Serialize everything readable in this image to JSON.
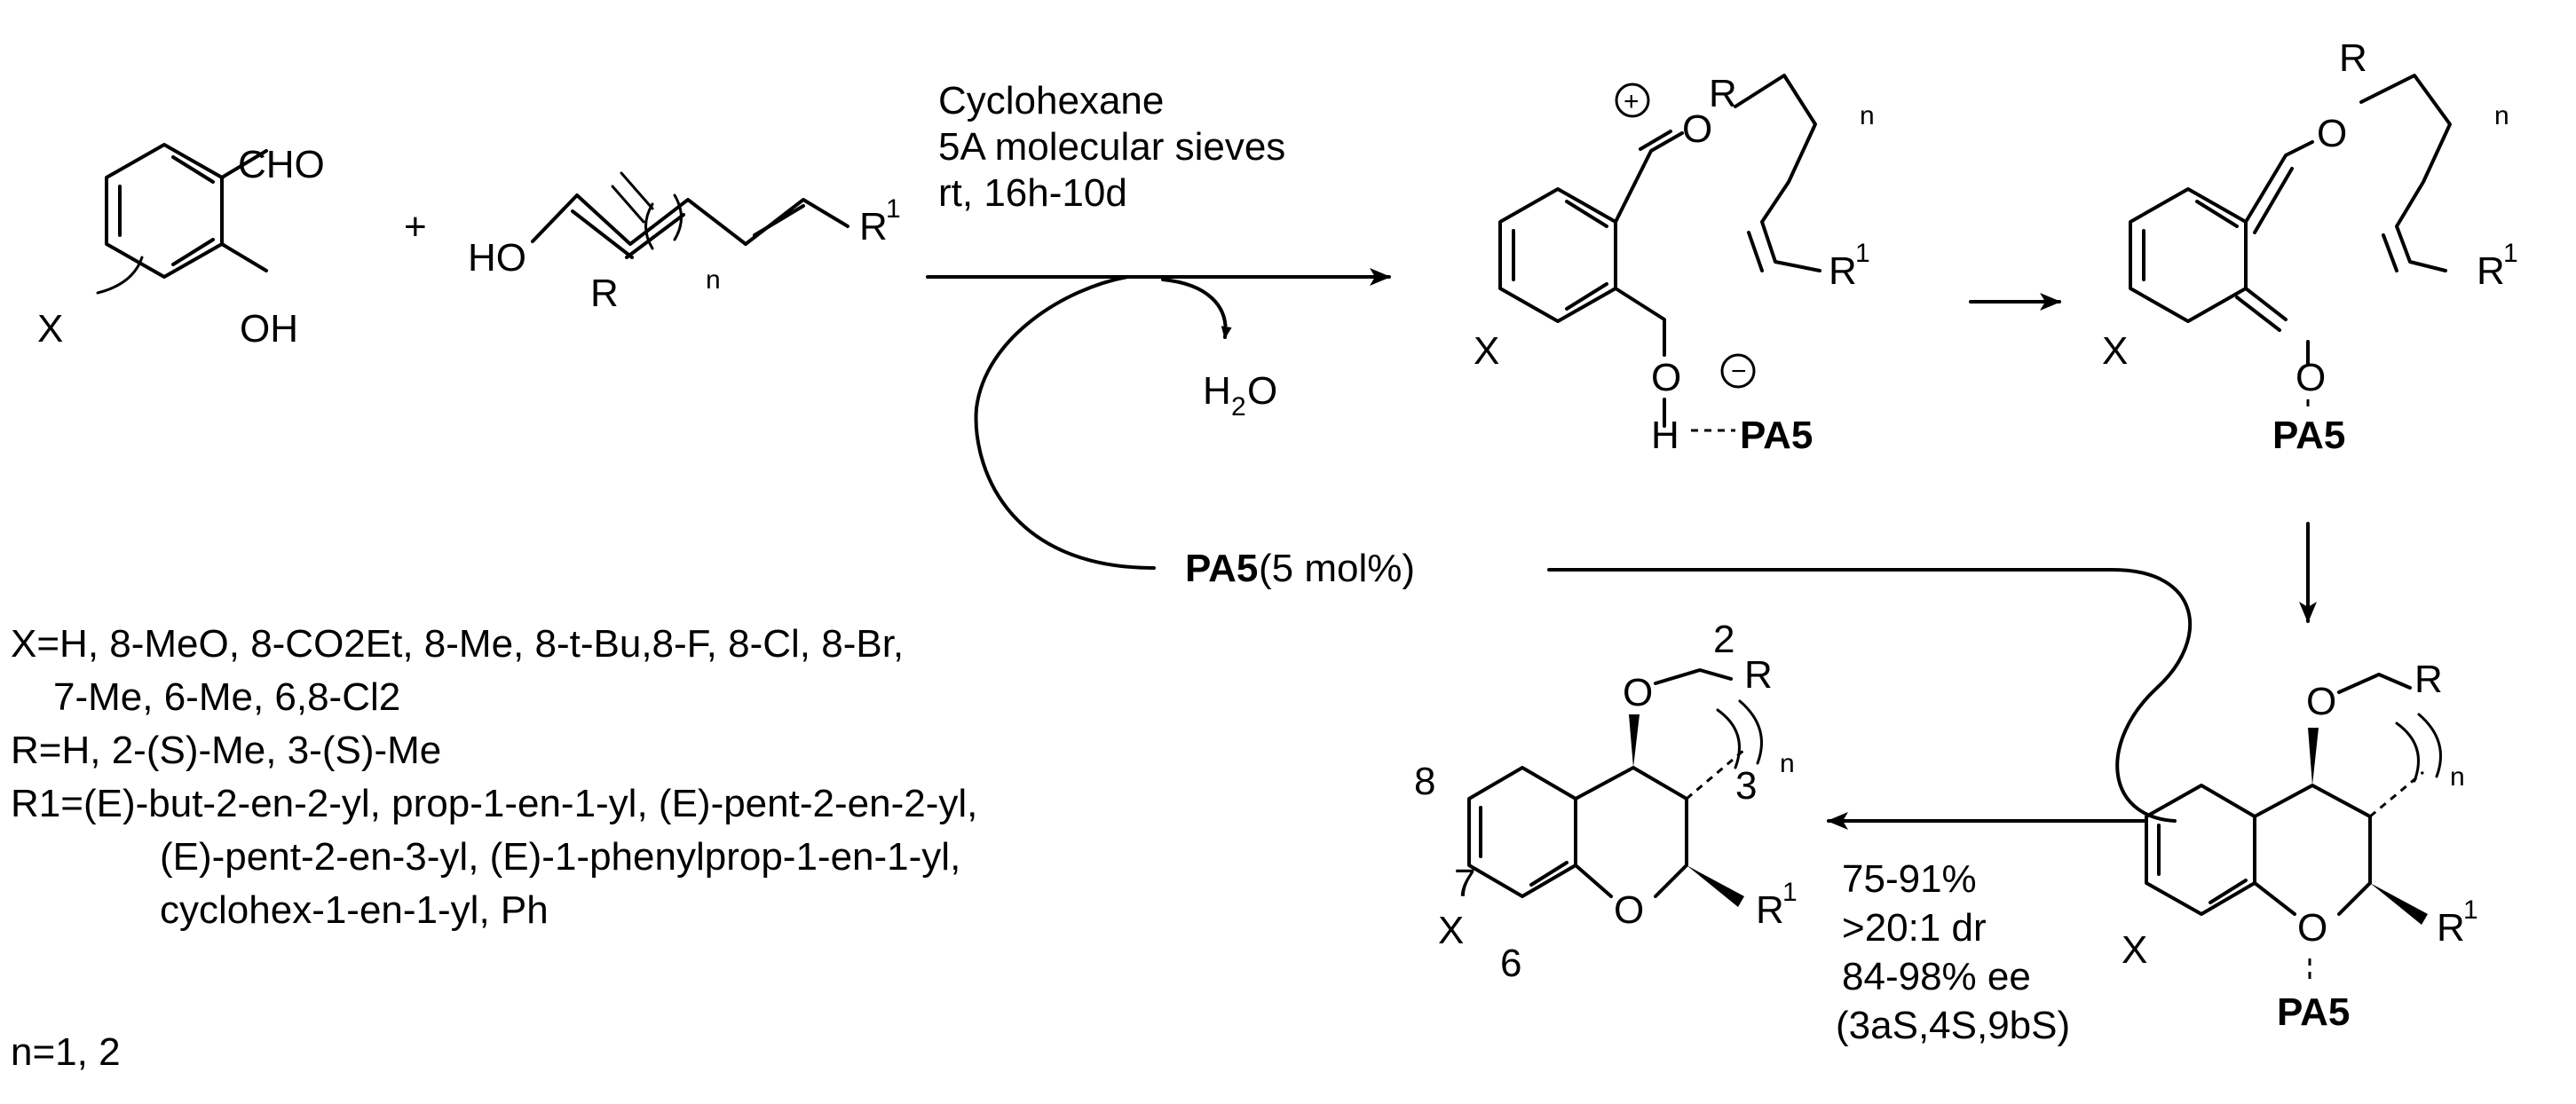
{
  "reactants": {
    "aldehyde": {
      "substituent_cho": "CHO",
      "substituent_oh": "OH",
      "ring_sub": "X"
    },
    "plus": "+",
    "alcohol": {
      "ho": "HO",
      "r": "R",
      "r1": "R",
      "r1_sup": "1",
      "n": "n"
    }
  },
  "conditions": {
    "solvent": "Cyclohexane",
    "additive": "5A molecular sieves",
    "temp_time": "rt, 16h-10d",
    "byproduct": "H",
    "byproduct_sub": "2",
    "byproduct_tail": "O"
  },
  "catalyst": {
    "name": "PA5",
    "loading": " (5 mol%)"
  },
  "intermediate1": {
    "charge": "+",
    "anion": "−",
    "o": "O",
    "r": "R",
    "n": "n",
    "r1": "R",
    "r1_sup": "1",
    "x": "X",
    "oh": "O",
    "h": "H",
    "pa5": "PA5"
  },
  "intermediate2": {
    "o": "O",
    "r": "R",
    "n": "n",
    "r1": "R",
    "r1_sup": "1",
    "x": "X",
    "o2": "O",
    "pa5": "PA5"
  },
  "intermediate3": {
    "o": "O",
    "r": "R",
    "n": "n",
    "r1": "R",
    "r1_sup": "1",
    "x": "X",
    "o2": "O",
    "pa5": "PA5"
  },
  "product": {
    "o": "O",
    "r": "R",
    "n": "n",
    "o2": "O",
    "r1": "R",
    "r1_sup": "1",
    "x": "X",
    "num2": "2",
    "num3": "3",
    "num6": "6",
    "num7": "7",
    "num8": "8"
  },
  "result": {
    "yield": "75-91%",
    "dr": ">20:1 dr",
    "ee": "84-98% ee",
    "config": "(3aS,4S,9bS)"
  },
  "scope": {
    "x_line1": "X=H, 8-MeO, 8-CO2Et, 8-Me, 8-t-Bu,8-F, 8-Cl, 8-Br,",
    "x_line2": "7-Me, 6-Me, 6,8-Cl2",
    "r_line": "R=H, 2-(S)-Me, 3-(S)-Me",
    "r1_line1": "R1=(E)-but-2-en-2-yl, prop-1-en-1-yl, (E)-pent-2-en-2-yl,",
    "r1_line2": "(E)-pent-2-en-3-yl, (E)-1-phenylprop-1-en-1-yl,",
    "r1_line3": "cyclohex-1-en-1-yl, Ph",
    "n_line": "n=1, 2"
  }
}
